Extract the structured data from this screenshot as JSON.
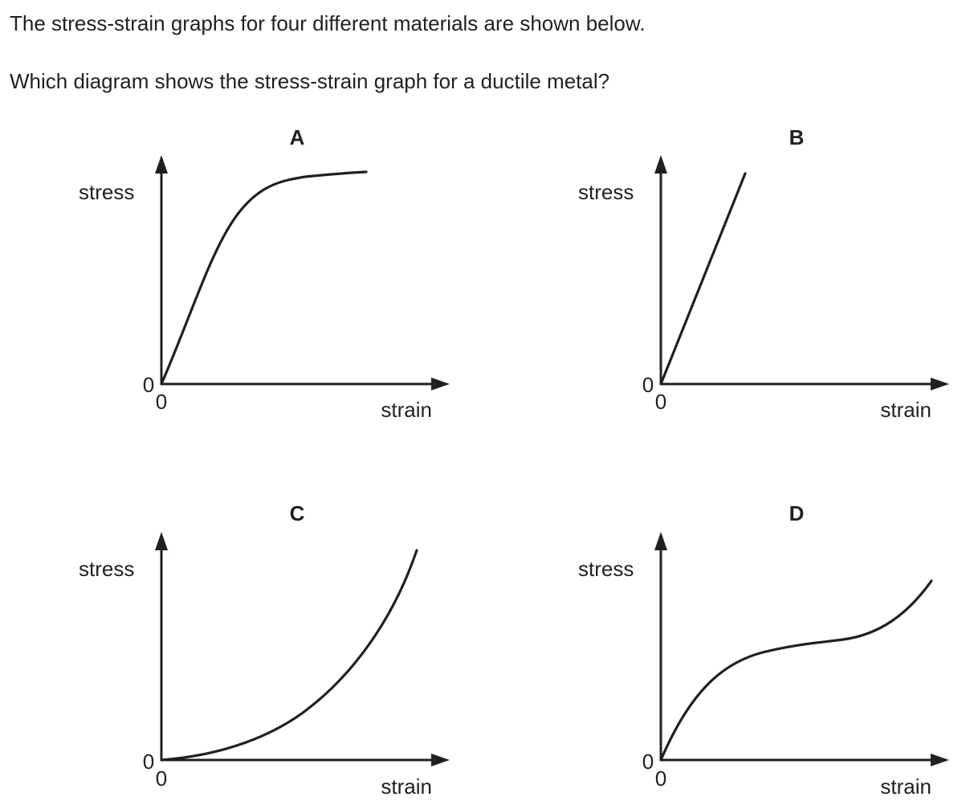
{
  "question": {
    "statement": "The stress-strain graphs for four different materials are shown below.",
    "prompt": "Which diagram shows the stress-strain graph for a ductile metal?"
  },
  "panels": [
    {
      "letter": "A",
      "y_label": "stress",
      "x_label": "strain",
      "y_origin": "0",
      "x_origin": "0",
      "curve_shape": "steep-rise-then-plateau"
    },
    {
      "letter": "B",
      "y_label": "stress",
      "x_label": "strain",
      "y_origin": "0",
      "x_origin": "0",
      "curve_shape": "straight-line"
    },
    {
      "letter": "C",
      "y_label": "stress",
      "x_label": "strain",
      "y_origin": "0",
      "x_origin": "0",
      "curve_shape": "concave-up"
    },
    {
      "letter": "D",
      "y_label": "stress",
      "x_label": "strain",
      "y_origin": "0",
      "x_origin": "0",
      "curve_shape": "s-shaped"
    }
  ],
  "colors": {
    "ink": "#231f20",
    "background": "#ffffff"
  }
}
